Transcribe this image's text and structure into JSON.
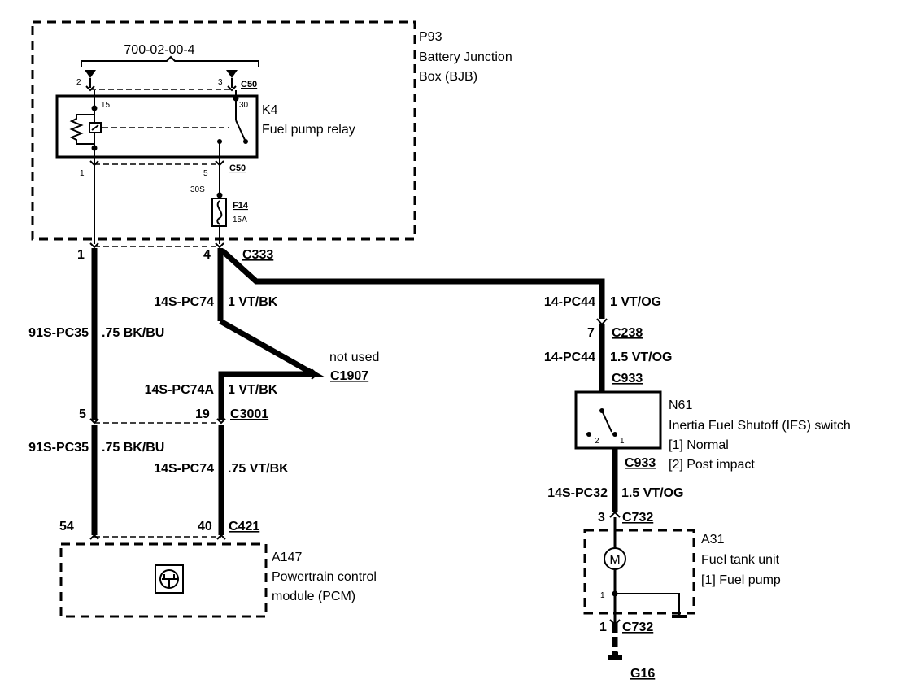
{
  "bjb": {
    "id": "P93",
    "name_line1": "Battery Junction",
    "name_line2": "Box (BJB)",
    "part_number": "700-02-00-4",
    "relay_id": "K4",
    "relay_name": "Fuel pump relay",
    "fuse_id": "F14",
    "fuse_rating": "15A",
    "top_pin_left": "2",
    "top_pin_right": "3",
    "connector_c50": "C50",
    "relay_pin_85": "15",
    "relay_pin_30": "30",
    "bottom_pin_left": "1",
    "bottom_pin_right": "5",
    "fuse_circuit": "30S"
  },
  "connectors": {
    "c333": "C333",
    "c333_pin_left": "1",
    "c333_pin_right": "4",
    "c238": "C238",
    "c238_pin": "7",
    "c933": "C933",
    "c1907": "C1907",
    "c1907_note": "not used",
    "c3001": "C3001",
    "c3001_pin_left": "5",
    "c3001_pin_right": "19",
    "c421": "C421",
    "c421_pin_left": "54",
    "c421_pin_right": "40",
    "c732": "C732",
    "c732_pin_top": "3",
    "c732_pin_bottom": "1",
    "g16": "G16"
  },
  "wires": {
    "w_14s_pc74_top": {
      "circuit": "14S-PC74",
      "spec": "1 VT/BK"
    },
    "w_91s_pc35_top": {
      "circuit": "91S-PC35",
      "spec": ".75 BK/BU"
    },
    "w_14s_pc74a": {
      "circuit": "14S-PC74A",
      "spec": "1 VT/BK"
    },
    "w_91s_pc35_bottom": {
      "circuit": "91S-PC35",
      "spec": ".75 BK/BU"
    },
    "w_14s_pc74_bottom": {
      "circuit": "14S-PC74",
      "spec": ".75 VT/BK"
    },
    "w_14_pc44_a": {
      "circuit": "14-PC44",
      "spec": "1 VT/OG"
    },
    "w_14_pc44_b": {
      "circuit": "14-PC44",
      "spec": "1.5 VT/OG"
    },
    "w_14s_pc32": {
      "circuit": "14S-PC32",
      "spec": "1.5 VT/OG"
    }
  },
  "pcm": {
    "id": "A147",
    "name_line1": "Powertrain control",
    "name_line2": "module (PCM)"
  },
  "ifs": {
    "id": "N61",
    "name": "Inertia Fuel Shutoff (IFS) switch",
    "state1": "[1] Normal",
    "state2": "[2] Post impact",
    "pin1": "1",
    "pin2": "2"
  },
  "fuel_tank": {
    "id": "A31",
    "name": "Fuel tank unit",
    "item1": "[1] Fuel pump",
    "motor_symbol": "M",
    "pin": "1"
  }
}
